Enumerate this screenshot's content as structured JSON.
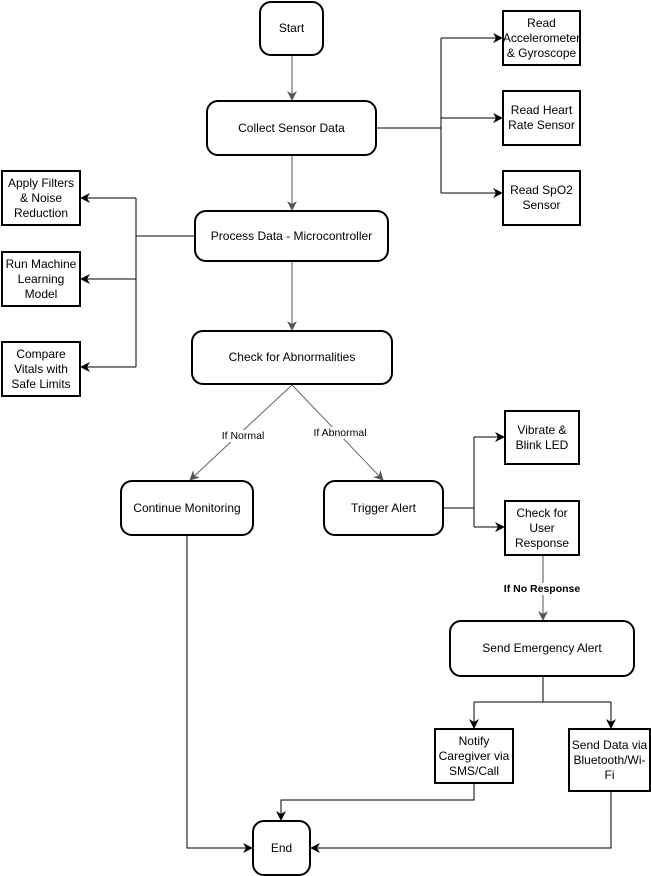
{
  "nodes": {
    "start": "Start",
    "collect": "Collect Sensor Data",
    "read_accel": "Read\nAccelerometer\n& Gyroscope",
    "read_hr": "Read Heart\nRate Sensor",
    "read_spo2": "Read SpO2\nSensor",
    "process": "Process Data - Microcontroller",
    "filters": "Apply Filters\n& Noise\nReduction",
    "ml": "Run Machine\nLearning\nModel",
    "compare": "Compare\nVitals with\nSafe Limits",
    "check": "Check for Abnormalities",
    "continue": "Continue Monitoring",
    "trigger": "Trigger Alert",
    "vibrate": "Vibrate &\nBlink LED",
    "check_response": "Check for\nUser\nResponse",
    "emergency": "Send Emergency Alert",
    "notify": "Notify\nCaregiver via\nSMS/Call",
    "send_data": "Send Data via\nBluetooth/Wi-\nFi",
    "end": "End"
  },
  "edge_labels": {
    "if_normal": "If Normal",
    "if_abnormal": "If Abnormal",
    "if_no_response": "If No Response"
  },
  "colors": {
    "stroke": "#000000",
    "arrow_gray": "#555555",
    "diagonal_gray": "#666666"
  }
}
